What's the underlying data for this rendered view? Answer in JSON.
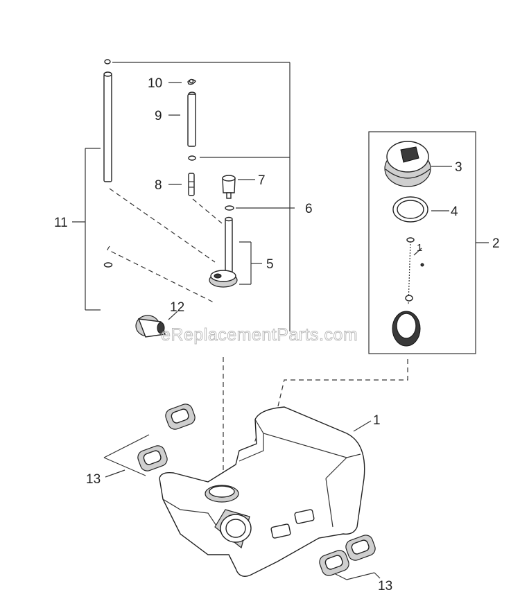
{
  "watermark": "eReplacementParts.com",
  "callouts": {
    "tank": "1",
    "cap_assembly": "2",
    "cap": "3",
    "gasket": "4",
    "pickup_assembly": "5",
    "o_ring": "6",
    "filter": "7",
    "fitting": "8",
    "short_hose": "9",
    "clip": "10",
    "hose_set": "11",
    "elbow_filter": "12",
    "grommets_left": "13",
    "grommets_right": "13",
    "tether": "1"
  }
}
